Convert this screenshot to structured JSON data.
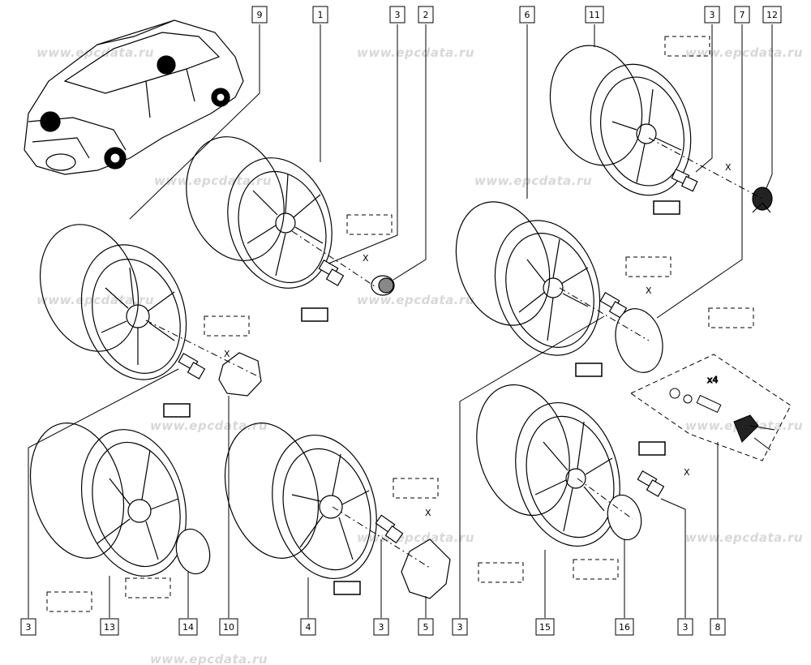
{
  "watermark": "www.epcdata.ru",
  "callouts_top": [
    "9",
    "1",
    "3",
    "2",
    "6",
    "11",
    "3",
    "7",
    "12"
  ],
  "callouts_bottom": [
    "3",
    "13",
    "14",
    "10",
    "4",
    "3",
    "5",
    "3",
    "15",
    "16",
    "3",
    "8"
  ],
  "axis_marks": [
    "X",
    "X",
    "X",
    "X",
    "X",
    "X"
  ],
  "qty_label": "x4"
}
